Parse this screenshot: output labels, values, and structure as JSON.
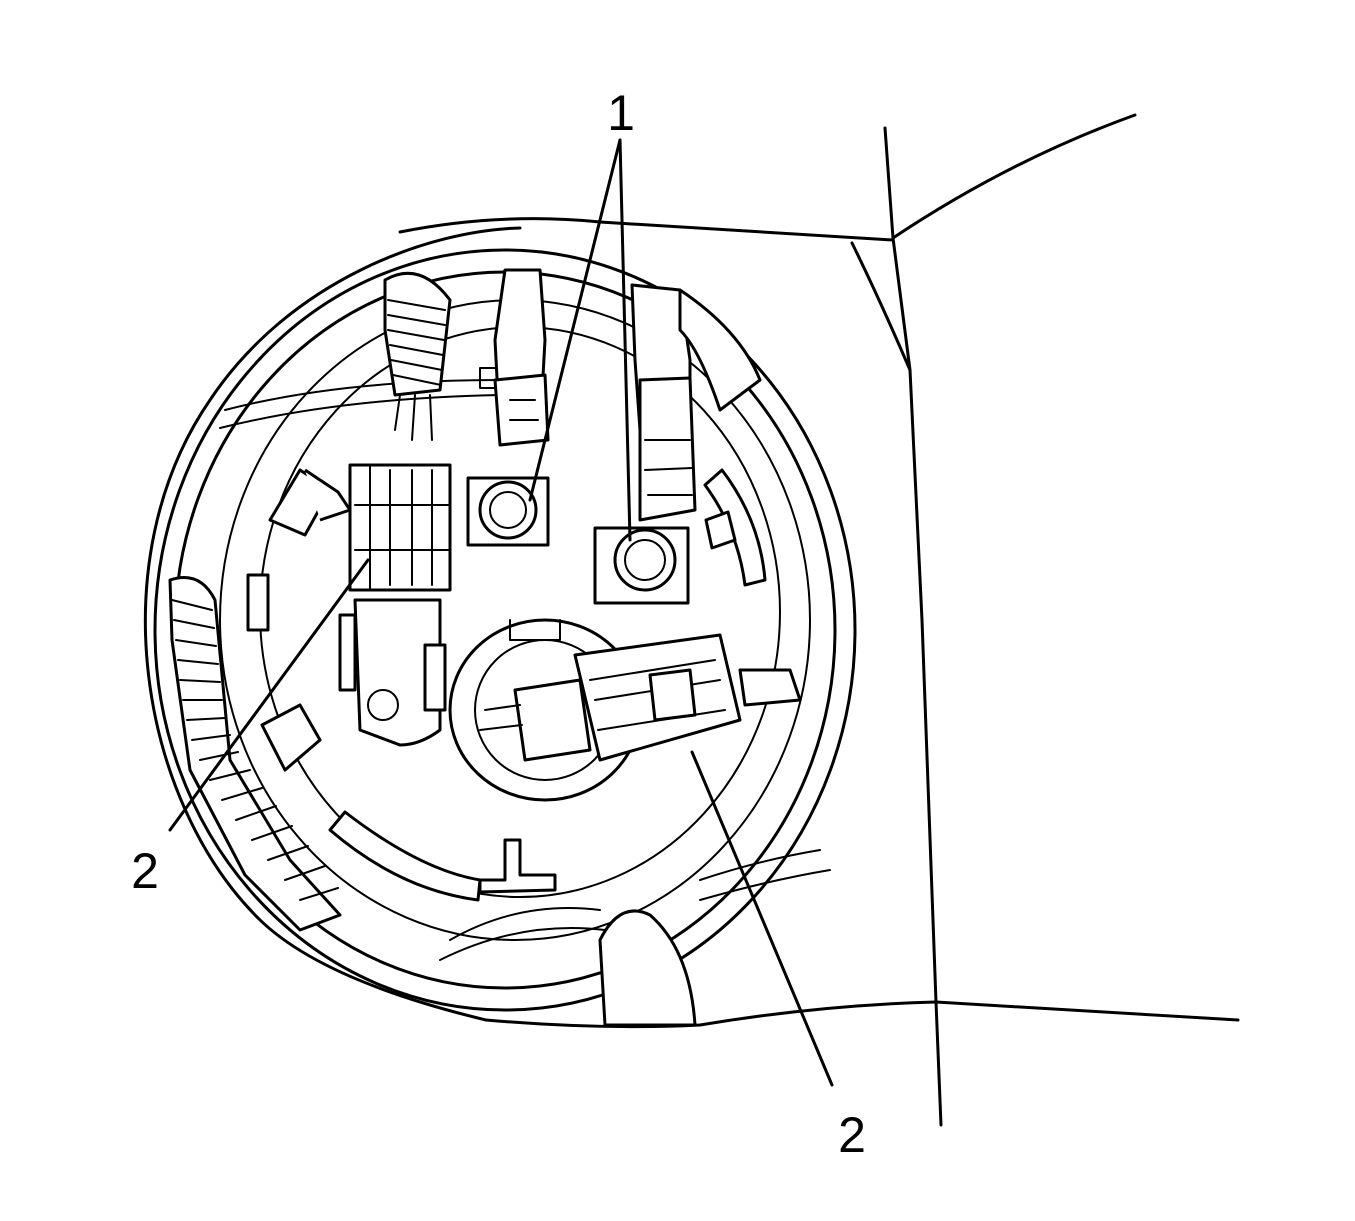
{
  "callouts": [
    {
      "id": "callout-1",
      "label": "1"
    },
    {
      "id": "callout-2-left",
      "label": "2"
    },
    {
      "id": "callout-2-right",
      "label": "2"
    }
  ]
}
